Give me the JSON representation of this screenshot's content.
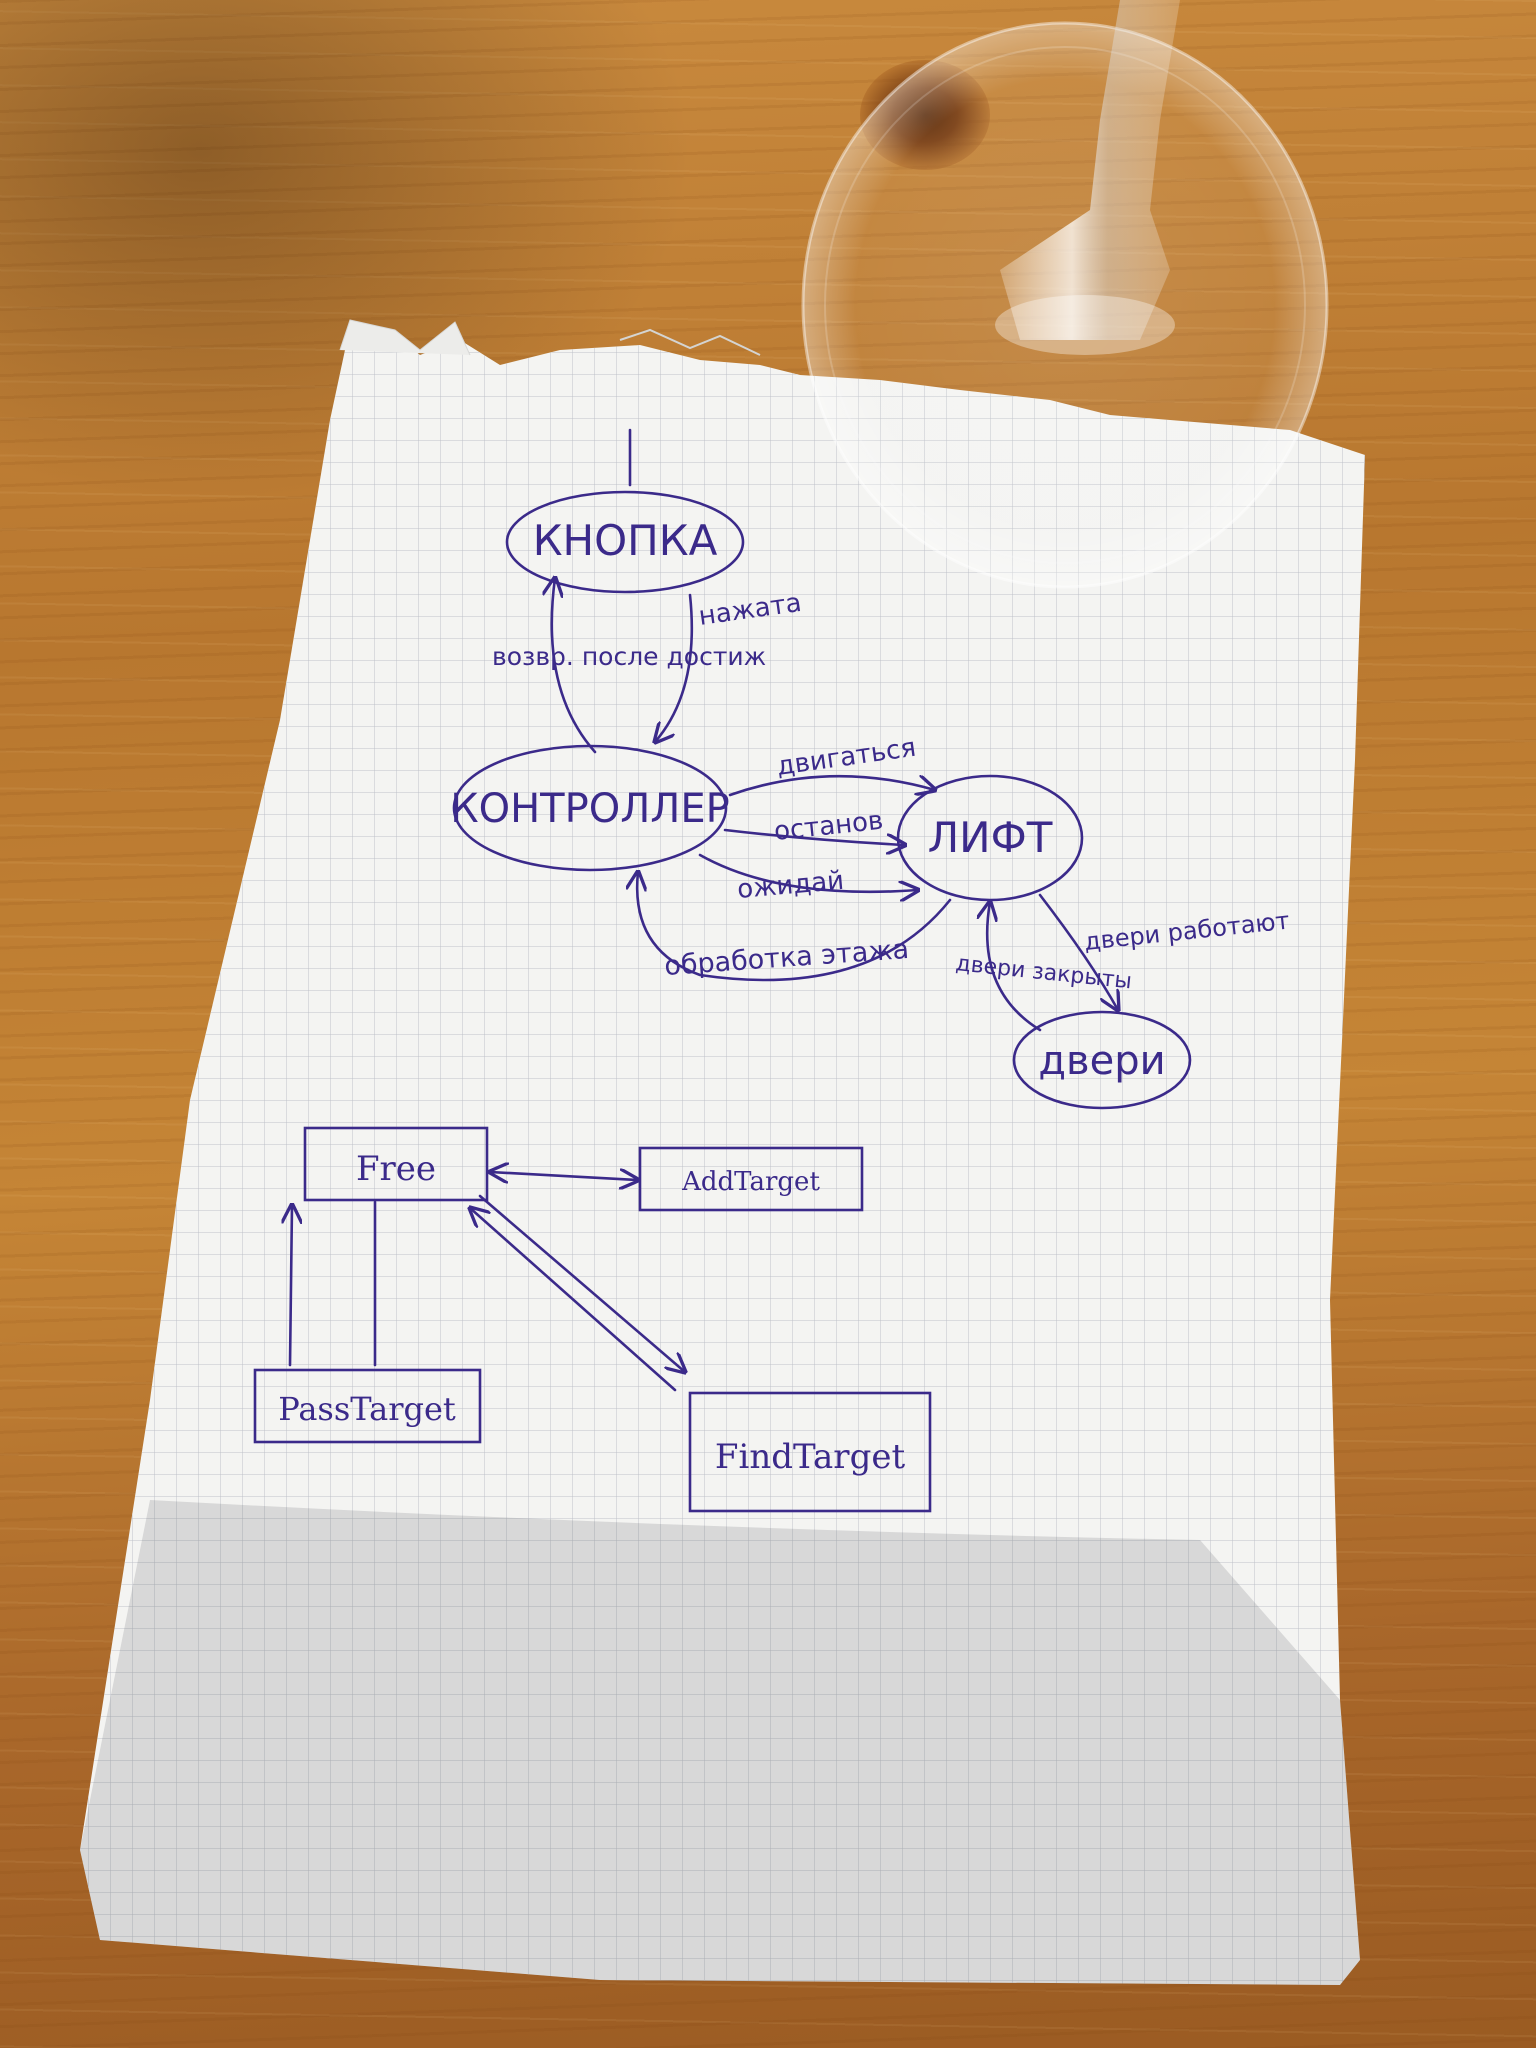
{
  "photo": {
    "subject": "handwritten-diagram-on-grid-paper",
    "ink_color": "#3b2a8a",
    "paper_color": "#f4f4f2",
    "grid_color": "#b9bcc4",
    "table_color": "#b8772f"
  },
  "state_diagram": {
    "nodes": {
      "button": "КНОПКА",
      "controller": "КОНТРОЛЛЕР",
      "elevator": "ЛИФТ",
      "doors": "двери"
    },
    "edges": {
      "pressed": "нажата",
      "after_reach": "возвр. после достиж",
      "moves": "двигаться",
      "stop": "останов",
      "waits": "ожидай",
      "processing": "обработка этажа",
      "doors_work": "двери работают",
      "doors_closed": "двери закрыты"
    }
  },
  "class_diagram": {
    "boxes": {
      "free": "Free",
      "add_target": "AddTarget",
      "pass_target": "PassTarget",
      "find_target": "FindTarget"
    }
  }
}
